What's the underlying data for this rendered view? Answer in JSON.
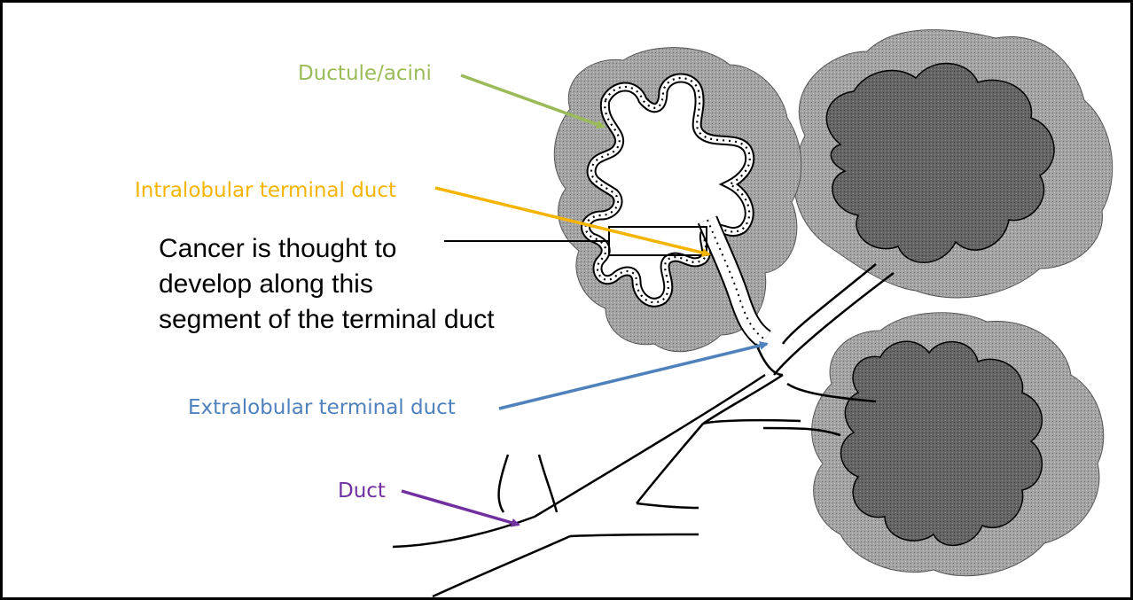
{
  "labels": {
    "ductule_acini": "Ductule/acini",
    "intralobular_terminal_duct": "Intralobular terminal duct",
    "extralobular_terminal_duct": "Extralobular terminal duct",
    "duct": "Duct"
  },
  "callout": {
    "line1": "Cancer is thought to",
    "line2": "develop along this",
    "line3": "segment of the terminal duct"
  },
  "colors": {
    "ductule_acini": "#9bbb59",
    "intralobular_terminal_duct": "#f5b400",
    "extralobular_terminal_duct": "#4f81bd",
    "duct": "#7030a0",
    "stroma": "#9c9c9c",
    "lobule": "#5f5f5f",
    "outline": "#000000"
  }
}
